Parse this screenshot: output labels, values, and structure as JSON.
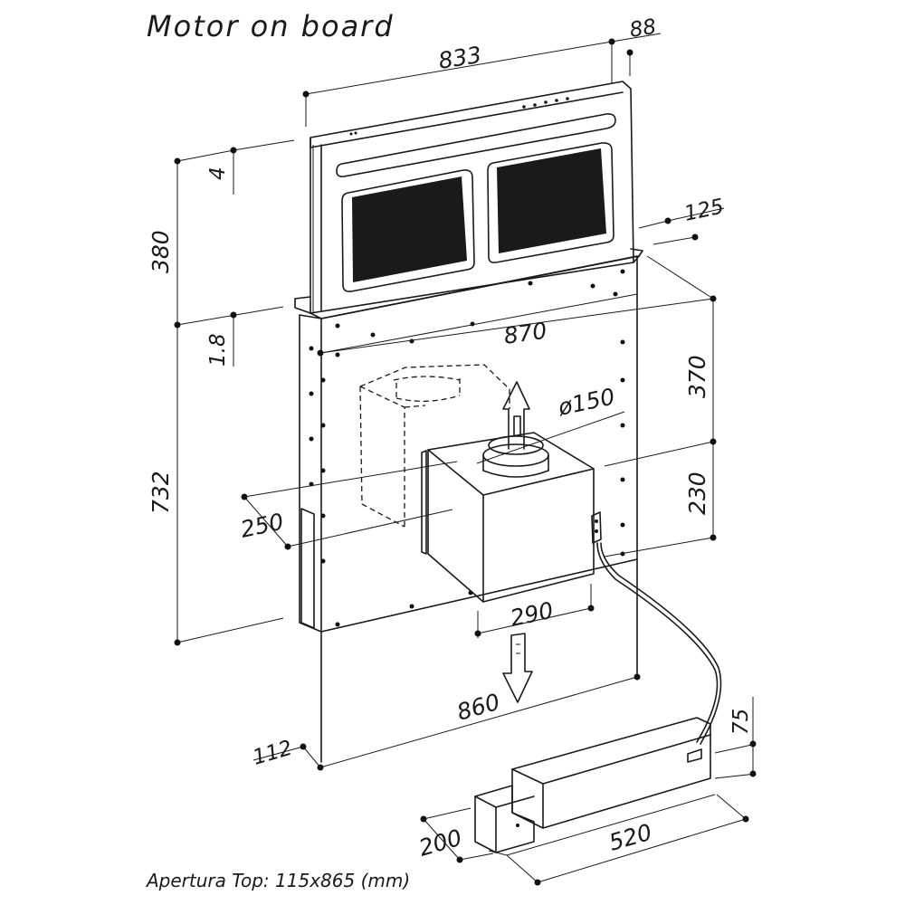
{
  "title": "Motor on board",
  "footer_note": "Apertura Top: 115x865 (mm)",
  "dimensions": {
    "width_top": "833",
    "offset_top": "88",
    "glass_thickness": "4",
    "visible_height": "380",
    "frame_thickness": "1.8",
    "depth_side": "125",
    "body_width": "870",
    "upper_height": "370",
    "duct_diameter": "ø150",
    "lower_height": "230",
    "motor_depth": "250",
    "total_height": "732",
    "motor_width": "290",
    "bottom_width": "860",
    "bottom_extension": "112",
    "control_box_height": "75",
    "control_box_depth": "200",
    "control_box_width": "520"
  }
}
